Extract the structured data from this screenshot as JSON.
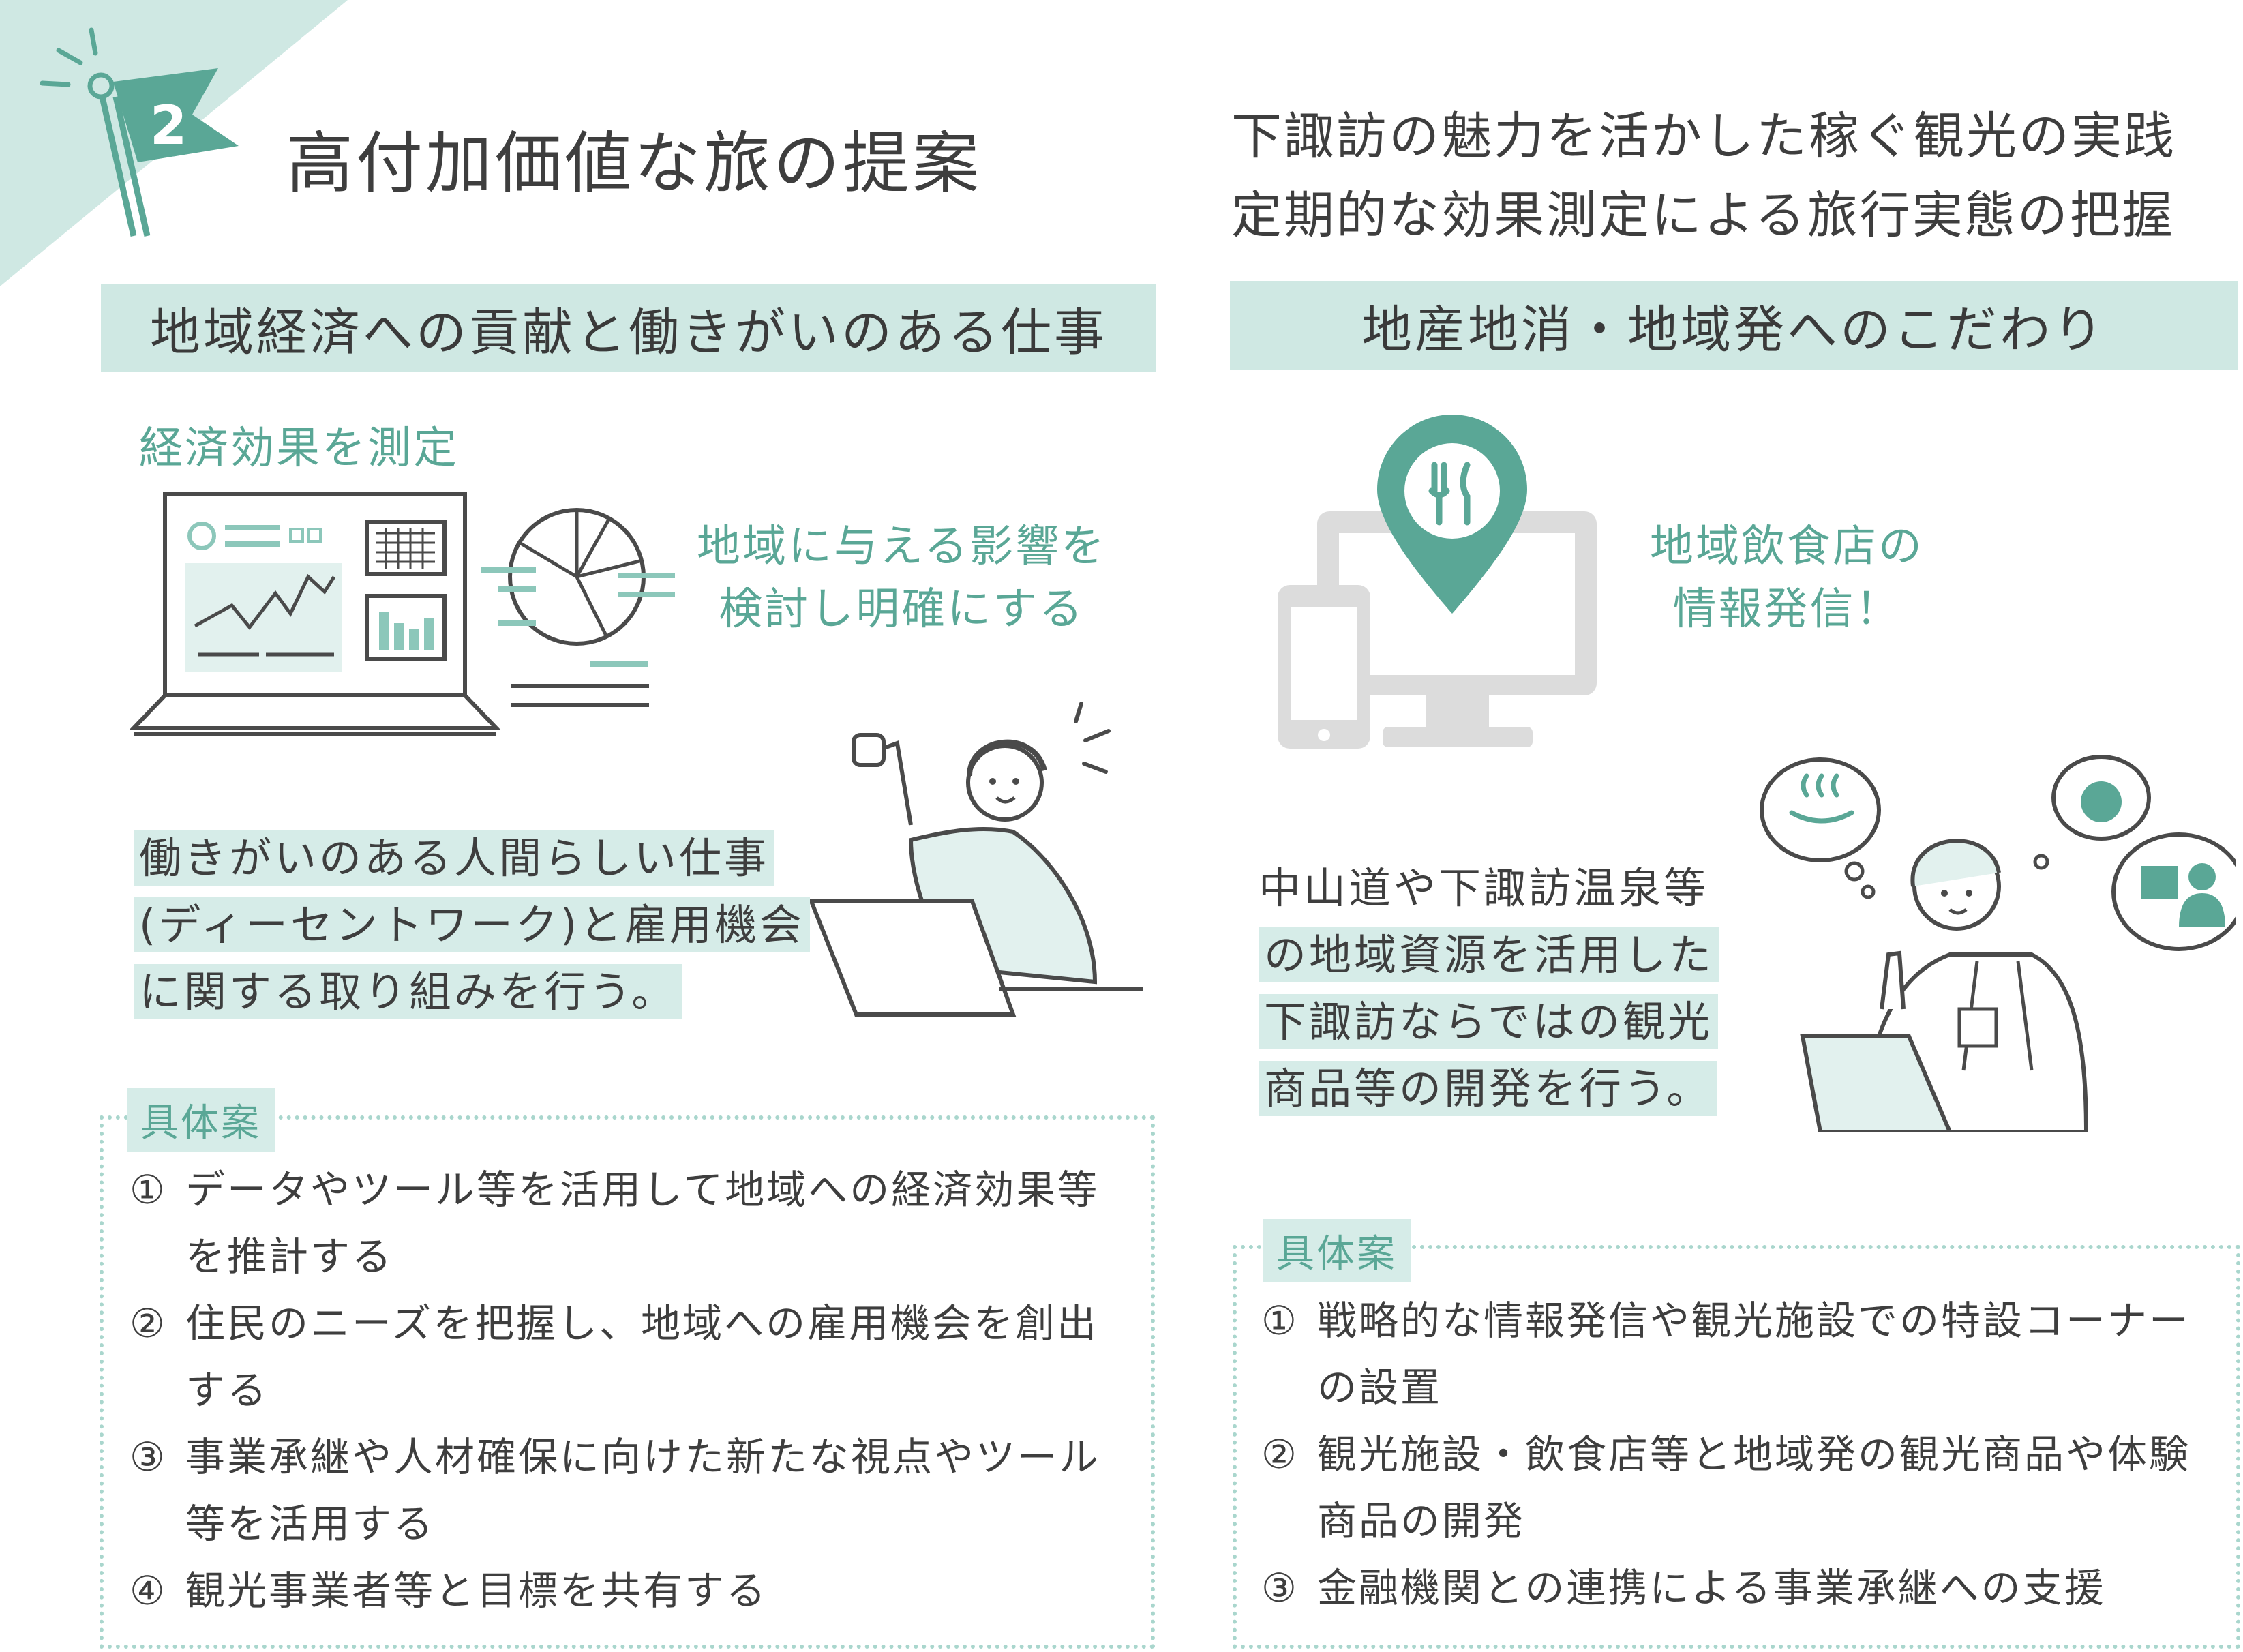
{
  "header": {
    "number": "2",
    "title": "高付加価値な旅の提案",
    "subtitle_lines": [
      "下諏訪の魅力を活かした稼ぐ観光の実践",
      "定期的な効果測定による旅行実態の把握"
    ]
  },
  "left": {
    "band_title": "地域経済への貢献と働きがいのある仕事",
    "measure_label": "経済効果を測定",
    "impact_lines": [
      "地域に与える影響を",
      "検討し明確にする"
    ],
    "work_lines": [
      "働きがいのある人間らしい仕事",
      "(ディーセントワーク)と雇用機会",
      "に関する取り組みを行う。"
    ],
    "proposal_tag": "具体案",
    "proposals": [
      {
        "num": "①",
        "text": "データやツール等を活用して地域への経済効果等を推計する"
      },
      {
        "num": "②",
        "text": "住民のニーズを把握し、地域への雇用機会を創出する"
      },
      {
        "num": "③",
        "text": "事業承継や人材確保に向けた新たな視点やツール等を活用する"
      },
      {
        "num": "④",
        "text": "観光事業者等と目標を共有する"
      }
    ]
  },
  "right": {
    "band_title": "地産地消・地域発へのこだわり",
    "info_lines": [
      "地域飲食店の",
      "情報発信！"
    ],
    "resource_lines": [
      "中山道や下諏訪温泉等",
      "の地域資源を活用した",
      "下諏訪ならではの観光",
      "商品等の開発を行う。"
    ],
    "proposal_tag": "具体案",
    "proposals": [
      {
        "num": "①",
        "text": "戦略的な情報発信や観光施設での特設コーナーの設置"
      },
      {
        "num": "②",
        "text": "観光施設・飲食店等と地域発の観光商品や体験商品の開発"
      },
      {
        "num": "③",
        "text": "金融機関との連携による事業承継への支援"
      }
    ]
  },
  "colors": {
    "accent": "#5aa796",
    "light": "#cfe8e3",
    "text": "#3e3e3e"
  }
}
